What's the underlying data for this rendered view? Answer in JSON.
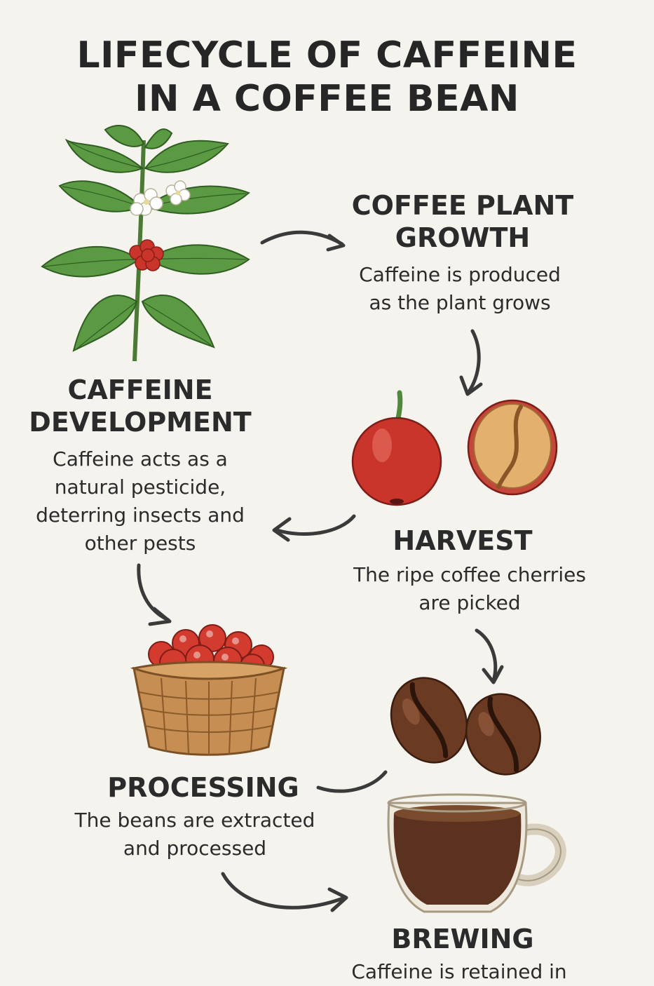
{
  "title": {
    "line1": "LIFECYCLE OF CAFFEINE",
    "line2": "IN A COFFEE BEAN"
  },
  "stages": {
    "growth": {
      "heading_line1": "COFFEE PLANT",
      "heading_line2": "GROWTH",
      "desc_line1": "Caffeine is produced",
      "desc_line2": "as the plant grows"
    },
    "development": {
      "heading_line1": "CAFFEINE",
      "heading_line2": "DEVELOPMENT",
      "desc_line1": "Caffeine acts as a",
      "desc_line2": "natural pesticide,",
      "desc_line3": "deterring insects and",
      "desc_line4": "other pests"
    },
    "harvest": {
      "heading": "HARVEST",
      "desc_line1": "The ripe coffee cherries",
      "desc_line2": "are picked"
    },
    "processing": {
      "heading": "PROCESSING",
      "desc_line1": "The beans are extracted",
      "desc_line2": "and processed"
    },
    "brewing": {
      "heading": "BREWING",
      "desc_line1": "Caffeine is retained in"
    }
  },
  "icons": {
    "plant": "coffee-plant-icon",
    "cherry": "coffee-cherry-icon",
    "bean_half": "cut-bean-icon",
    "basket": "cherry-basket-icon",
    "roasted_beans": "roasted-beans-icon",
    "cup": "coffee-cup-icon"
  },
  "colors": {
    "background": "#f5f3ee",
    "text": "#2b2b2b",
    "leaf": "#4f8a3a",
    "cherry": "#c9352b",
    "bean": "#6b3a22",
    "basket": "#c08a4e"
  }
}
